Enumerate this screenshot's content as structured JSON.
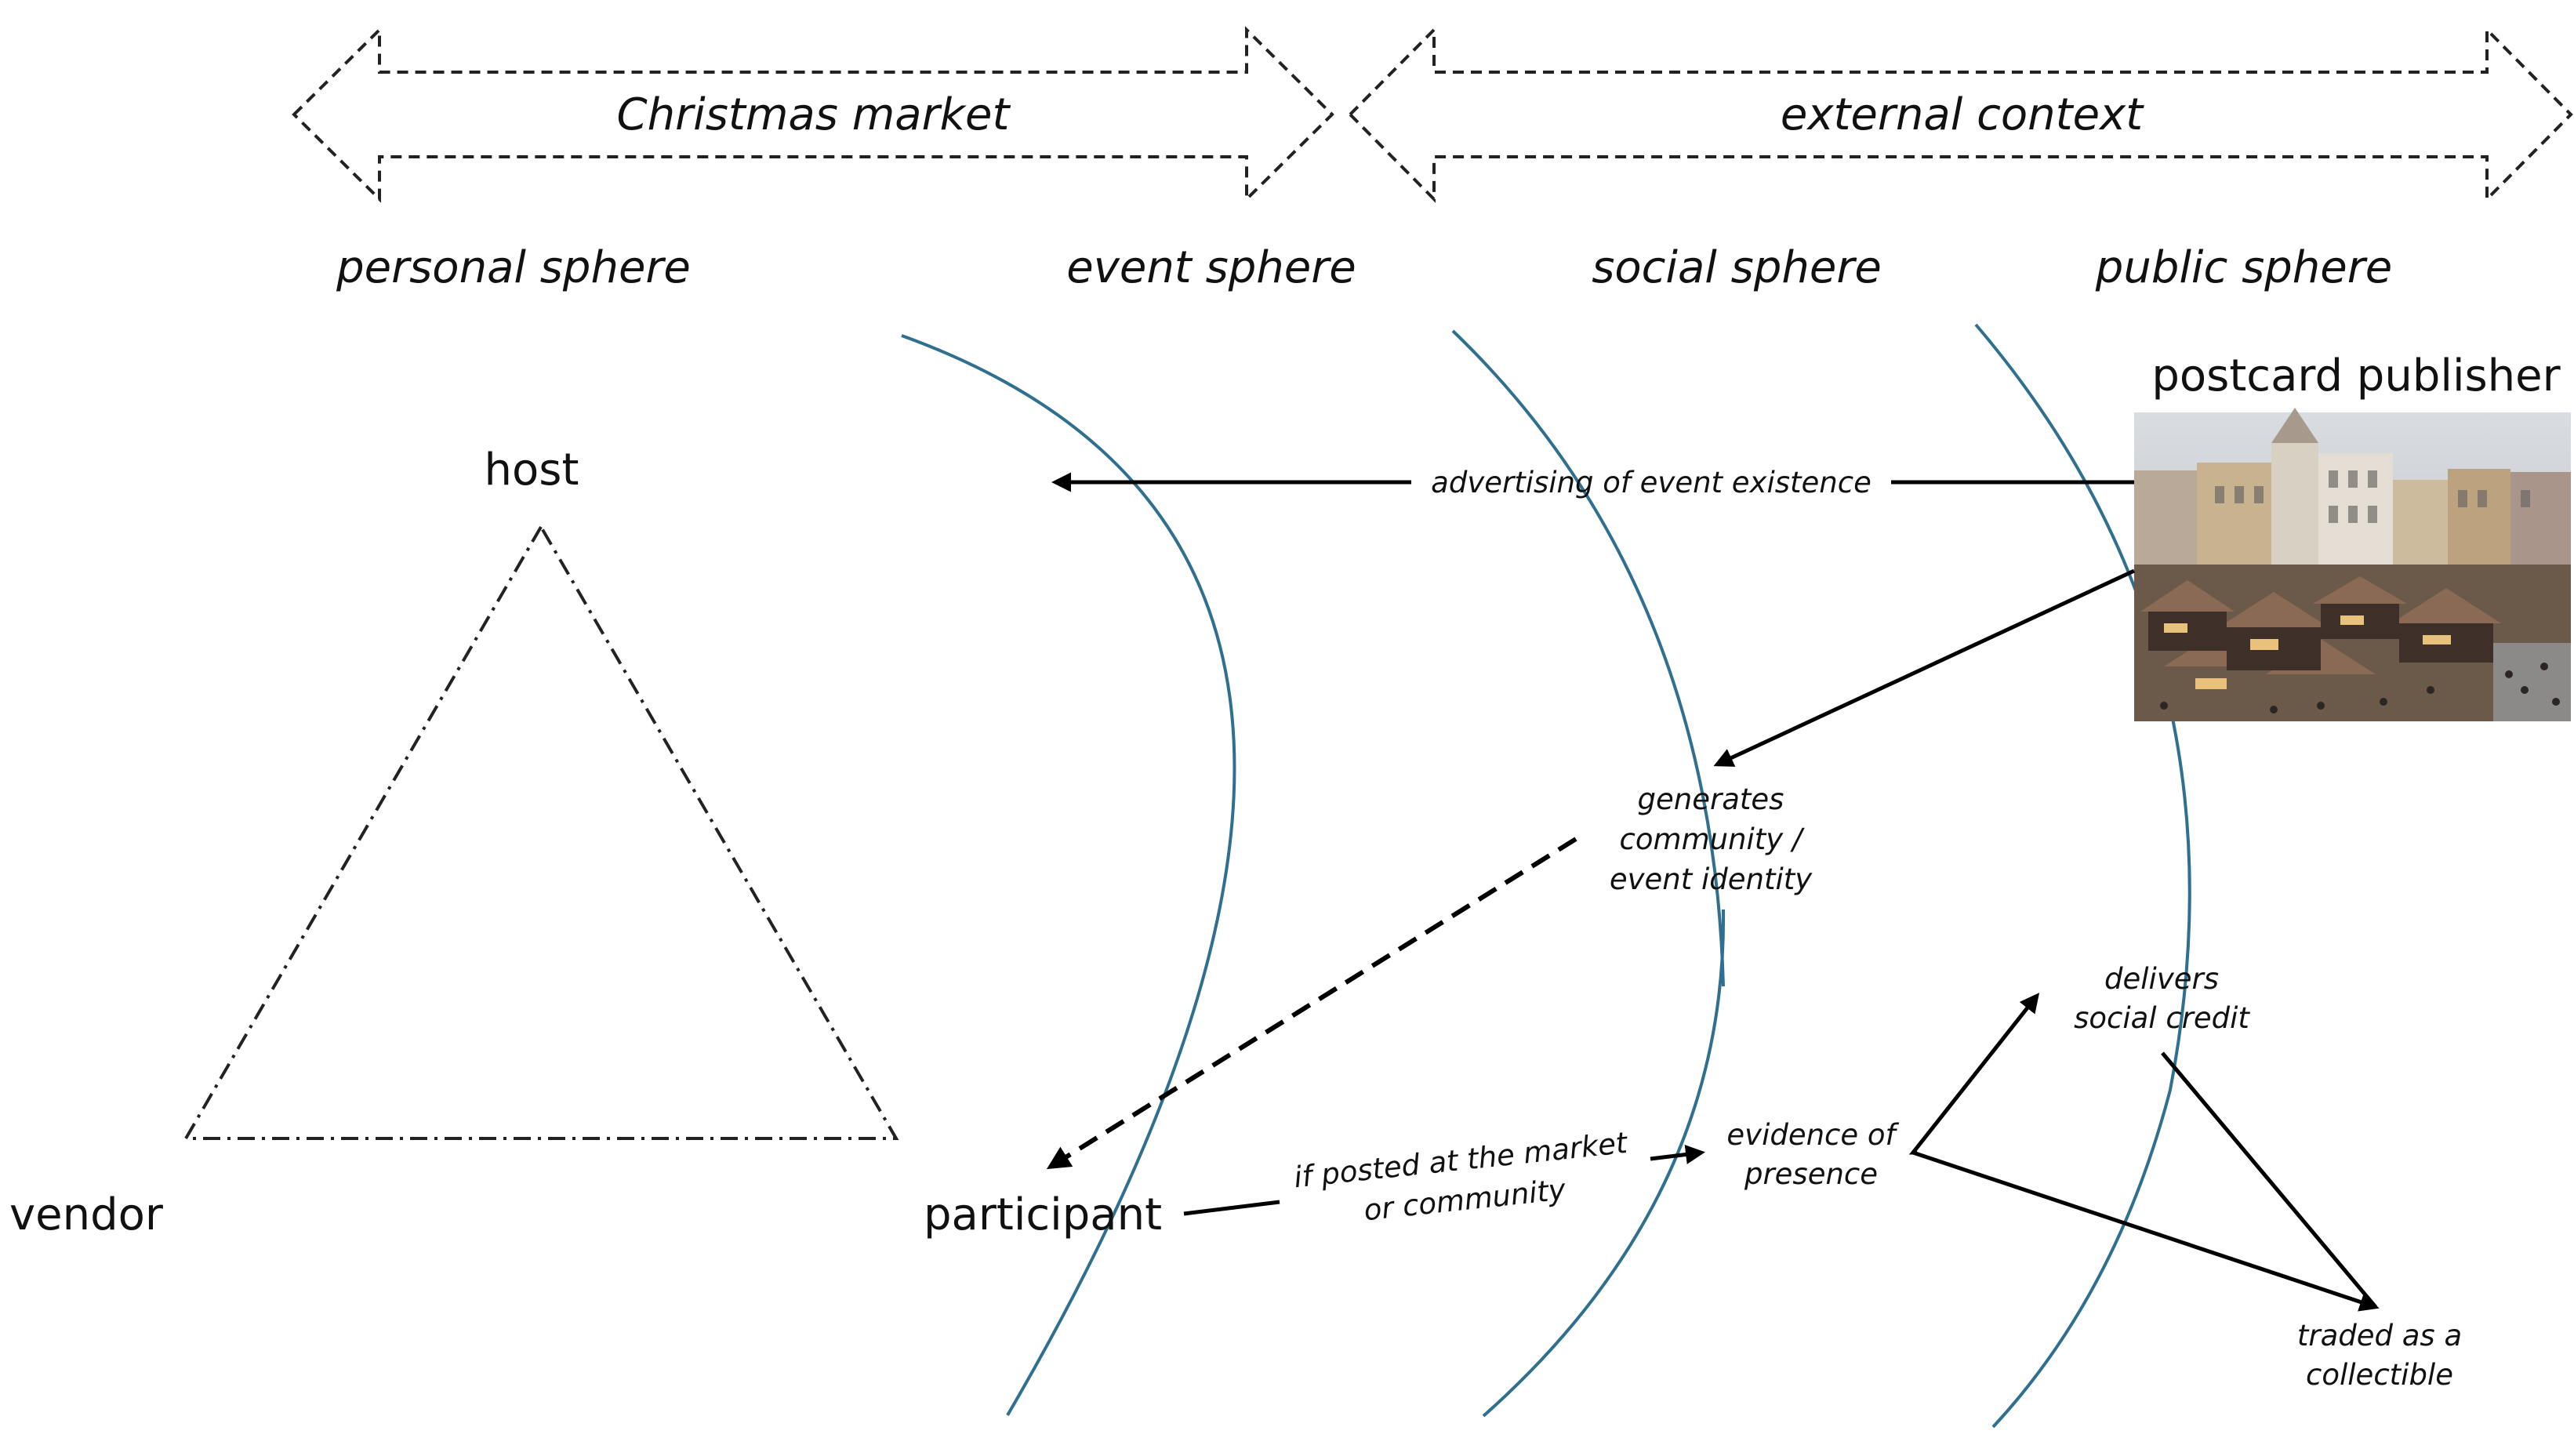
{
  "banners": {
    "left": "Christmas market",
    "right": "external context"
  },
  "spheres": {
    "personal": "personal sphere",
    "event": "event sphere",
    "social": "social sphere",
    "public": "public sphere"
  },
  "actors": {
    "host": "host",
    "vendor": "vendor",
    "participant": "participant",
    "publisher": "postcard publisher"
  },
  "labels": {
    "advertising": "advertising of event existence",
    "generates": [
      "generates",
      "community /",
      "event identity"
    ],
    "if_posted": [
      "if posted at the market",
      "or community"
    ],
    "evidence": [
      "evidence of",
      "presence"
    ],
    "delivers": [
      "delivers",
      "social credit"
    ],
    "traded": [
      "traded as a",
      "collectible"
    ]
  },
  "image": {
    "description_icon": "christmas-market-photo"
  },
  "colors": {
    "sphere_arc": "#2f6f8f",
    "arrow": "#000000",
    "text": "#111111"
  }
}
